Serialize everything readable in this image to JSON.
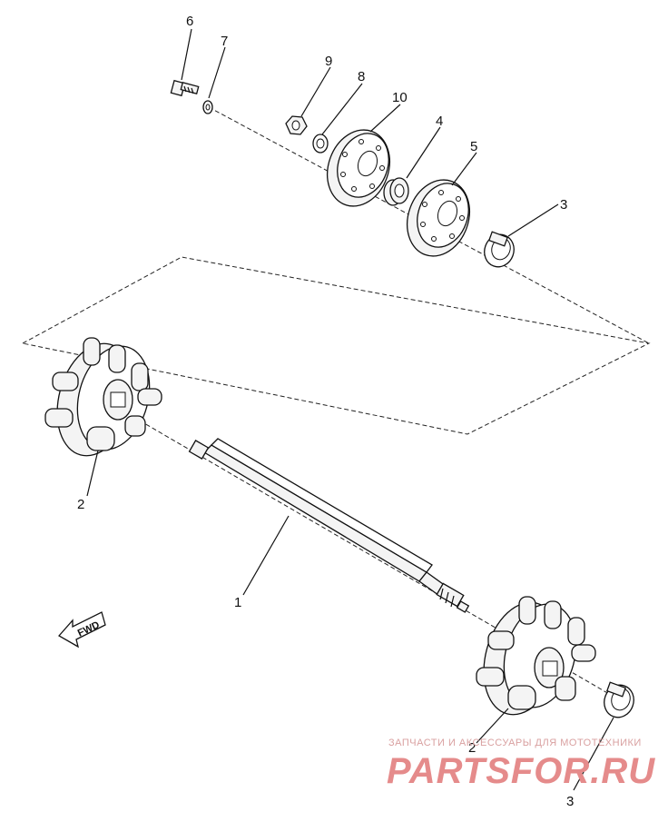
{
  "diagram": {
    "callouts": [
      {
        "id": "c6",
        "text": "6"
      },
      {
        "id": "c7",
        "text": "7"
      },
      {
        "id": "c9",
        "text": "9"
      },
      {
        "id": "c8",
        "text": "8"
      },
      {
        "id": "c10",
        "text": "10"
      },
      {
        "id": "c4",
        "text": "4"
      },
      {
        "id": "c5",
        "text": "5"
      },
      {
        "id": "c3a",
        "text": "3"
      },
      {
        "id": "c2a",
        "text": "2"
      },
      {
        "id": "c1",
        "text": "1"
      },
      {
        "id": "c2b",
        "text": "2"
      },
      {
        "id": "c3b",
        "text": "3"
      }
    ],
    "fwd_label": "FWD"
  },
  "watermark": {
    "top_text": "ЗАПЧАСТИ И АКСЕССУАРЫ ДЛЯ МОТОТЕХНИКИ",
    "brand_text": "PARTSFOR.RU",
    "color": "#e58b8b"
  }
}
